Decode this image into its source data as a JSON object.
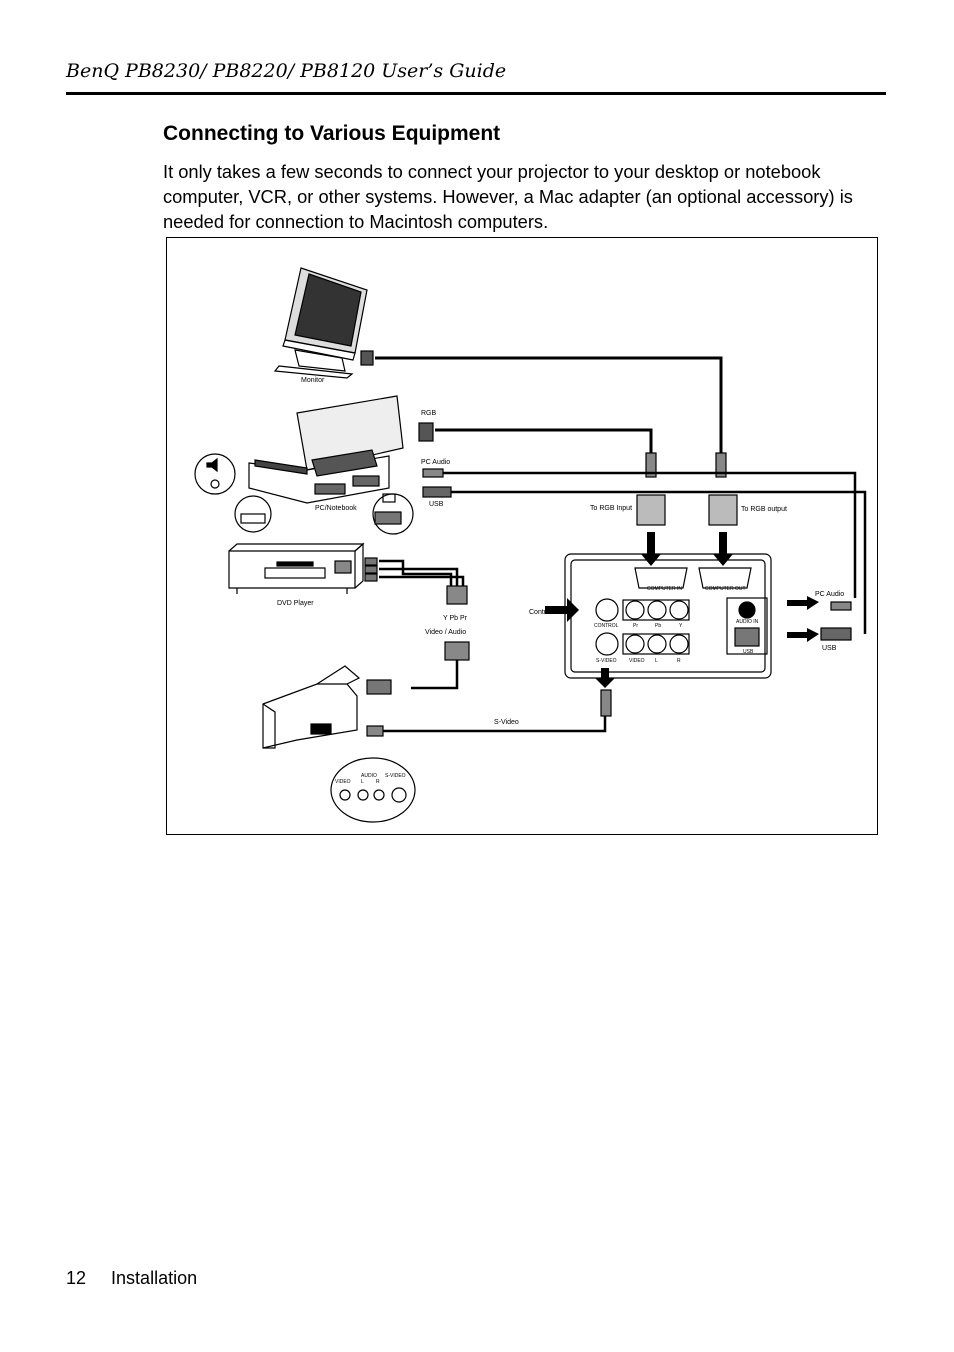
{
  "header": {
    "title": "BenQ PB8230/ PB8220/ PB8120 User’s Guide"
  },
  "section": {
    "title": "Connecting to Various Equipment",
    "intro": "It only takes a few seconds to connect your projector to your desktop or notebook computer, VCR, or other systems. However, a Mac adapter (an optional accessory) is needed for connection to Macintosh computers."
  },
  "figure": {
    "labels": {
      "monitor": "Monitor",
      "pc_notebook": "PC/Notebook",
      "dvd_player": "DVD Player",
      "rgb": "RGB",
      "pc_audio_left": "PC Audio",
      "usb_left": "USB",
      "to_rgb_input": "To RGB Input",
      "to_rgb_output": "To RGB output",
      "y_pb_pr": "Y Pb Pr",
      "video_audio": "Video / Audio",
      "control": "Control",
      "s_video_cable": "S-Video",
      "pc_audio_right": "PC Audio",
      "usb_right": "USB"
    },
    "panel": {
      "computer_in": "COMPUTER IN",
      "computer_out": "COMPUTER OUT",
      "control": "CONTROL",
      "pr": "Pr",
      "pb": "Pb",
      "y": "Y",
      "audio_in": "AUDIO IN",
      "usb": "USB",
      "s_video": "S-VIDEO",
      "video": "VIDEO",
      "l": "L",
      "r": "R"
    },
    "camcorder_panel": {
      "video": "VIDEO",
      "audio": "AUDIO",
      "l": "L",
      "r": "R",
      "s_video": "S-VIDEO"
    }
  },
  "footer": {
    "page_number": "12",
    "section": "Installation"
  }
}
